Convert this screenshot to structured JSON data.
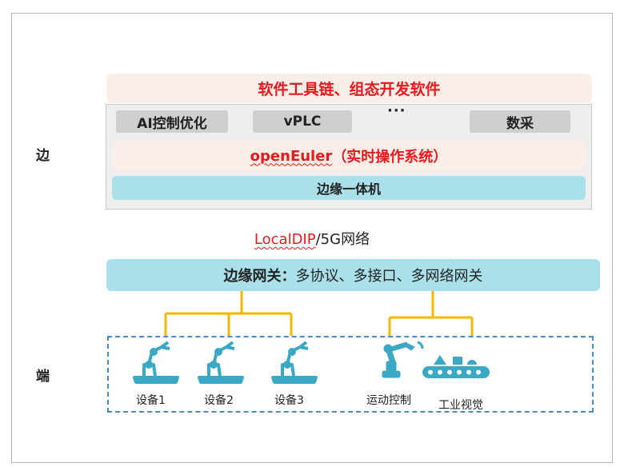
{
  "labels": {
    "edge": "边",
    "terminal": "端"
  },
  "edge": {
    "toolchain": "软件工具链、组态开发软件",
    "modules": [
      "AI控制优化",
      "vPLC",
      "···",
      "数采"
    ],
    "os_brand": "openEuler",
    "os_rest": "（实时操作系统）",
    "device": "边缘一体机"
  },
  "network": {
    "part1": "LocalDIP",
    "part2": "/5G网络"
  },
  "gateway": {
    "bold": "边缘网关：",
    "rest": "多协议、多接口、多网络网关"
  },
  "devices": [
    "设备1",
    "设备2",
    "设备3",
    "运动控制",
    "工业视觉"
  ],
  "colors": {
    "red_text": "#e8191c",
    "teal_bar": "#a9e0ea",
    "connector": "#f5b800",
    "dashed_border": "#4a8cc9",
    "icon": "#3ba8c4"
  }
}
